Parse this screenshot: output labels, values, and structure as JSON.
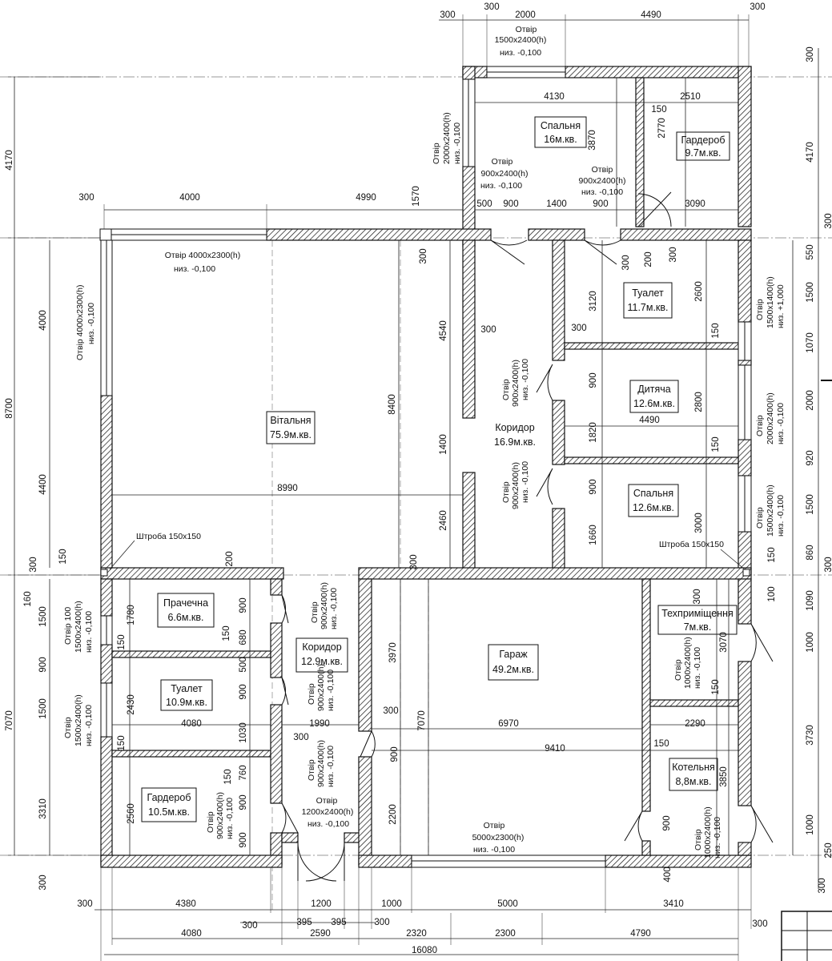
{
  "rooms": [
    {
      "id": "spalnia1",
      "name": "Спальня",
      "area": "16м.кв."
    },
    {
      "id": "garderob1",
      "name": "Гардероб",
      "area": "9.7м.кв."
    },
    {
      "id": "tualet1",
      "name": "Туалет",
      "area": "11.7м.кв."
    },
    {
      "id": "dytiacha",
      "name": "Дитяча",
      "area": "12.6м.кв."
    },
    {
      "id": "spalnia2",
      "name": "Спальня",
      "area": "12.6м.кв."
    },
    {
      "id": "vitalnia",
      "name": "Вітальня",
      "area": "75.9м.кв."
    },
    {
      "id": "korydor1",
      "name": "Коридор",
      "area": "16.9м.кв."
    },
    {
      "id": "prachechna",
      "name": "Прачечна",
      "area": "6.6м.кв."
    },
    {
      "id": "tualet2",
      "name": "Туалет",
      "area": "10.9м.кв."
    },
    {
      "id": "garderob2",
      "name": "Гардероб",
      "area": "10.5м.кв."
    },
    {
      "id": "korydor2",
      "name": "Коридор",
      "area": "12.9м.кв."
    },
    {
      "id": "garazh",
      "name": "Гараж",
      "area": "49.2м.кв."
    },
    {
      "id": "tekhprym",
      "name": "Техприміщення",
      "area": "7м.кв."
    },
    {
      "id": "kotelnia",
      "name": "Котельня",
      "area": "8,8м.кв."
    }
  ],
  "openings": {
    "top_window": [
      "Отвір",
      "1500x2400(h)",
      "низ. -0,100"
    ],
    "bed_left": [
      "Отвір",
      "2000x2400(h)",
      "низ. -0,100"
    ],
    "bed_door": [
      "Отвір",
      "900x2400(h)",
      "низ. -0,100"
    ],
    "gard_door": [
      "Отвір",
      "900x2400(h)",
      "низ. -0,100"
    ],
    "liv_top": [
      "Отвір 4000x2300(h)",
      "низ. -0,100"
    ],
    "liv_left": [
      "Отвір 4000x2300(h)",
      "низ. -0,100"
    ],
    "cor_d1": [
      "Отвір",
      "900x2400(h)",
      "низ. -0,100"
    ],
    "cor_d2": [
      "Отвір",
      "900x2400(h)",
      "низ. -0,100"
    ],
    "tual_win": [
      "Отвір",
      "1500x1400(h)",
      "низ. +1,000"
    ],
    "dyt_win": [
      "Отвір",
      "2000x2400(h)",
      "низ. -0,100"
    ],
    "sp_win": [
      "Отвір",
      "1500x2400(h)",
      "низ. -0,100"
    ],
    "pr_win": [
      "Отвір 100",
      "1500x2400(h)",
      "низ. -0,100"
    ],
    "tu2_win": [
      "Отвір",
      "1500x2400(h)",
      "низ. -0,100"
    ],
    "pr_door": [
      "Отвір",
      "900x2400(h)",
      "низ. -0,100"
    ],
    "tu2_door": [
      "Отвір",
      "900x2400(h)",
      "низ. -0,100"
    ],
    "gd_door": [
      "Отвір",
      "900x2400(h)",
      "низ. -0,100"
    ],
    "ent_door": [
      "Отвір",
      "1200x2400(h)",
      "низ. -0,100"
    ],
    "gar_door": [
      "Отвір",
      "900x2400(h)",
      "низ. -0,100"
    ],
    "gar_gate": [
      "Отвір",
      "5000x2300(h)",
      "низ. -0,100"
    ],
    "tech_door": [
      "Отвір",
      "1000x2400(h)",
      "низ. -0,100"
    ],
    "kot_door": [
      "Отвір",
      "1000x2400(h)",
      "низ. -0,100"
    ]
  },
  "notes": {
    "shtroba_left": "Штроба 150x150",
    "shtroba_right": "Штроба 150x150"
  },
  "dims": {
    "top": [
      "300",
      "300",
      "2000",
      "4490",
      "300"
    ],
    "bed_inner": [
      "4130",
      "150",
      "2510"
    ],
    "liv_top": [
      "300",
      "4000",
      "4990"
    ],
    "cor_row": [
      "500",
      "900",
      "1400",
      "900",
      "3090"
    ],
    "liv_inner": "8990",
    "liv_v": [
      "4000",
      "4400"
    ],
    "cor_v": [
      "4540",
      "1400",
      "2460",
      "8400",
      "300",
      "1570"
    ],
    "left_overall": [
      "4170",
      "8700",
      "7070"
    ],
    "left_lower": [
      "300",
      "150",
      "160",
      "1500",
      "900",
      "1500",
      "3310",
      "300"
    ],
    "right_overall": [
      "300",
      "4170",
      "300",
      "550",
      "1500",
      "1070",
      "2000",
      "920",
      "1500",
      "860",
      "300",
      "1090",
      "1000",
      "3730",
      "1000",
      "250",
      "300"
    ],
    "bed_v": [
      "3870",
      "2770",
      "300",
      "200",
      "300",
      "3120",
      "2600",
      "150",
      "300",
      "300",
      "900",
      "2800",
      "1820",
      "4490",
      "150",
      "900",
      "3000",
      "1660"
    ],
    "lower_left_inner": [
      "1780",
      "150",
      "2430",
      "150",
      "2560",
      "4080",
      "200",
      "900",
      "150",
      "680",
      "500",
      "900",
      "1030",
      "150",
      "760",
      "900",
      "900",
      "1990",
      "300",
      "300"
    ],
    "garage": [
      "3970",
      "7070",
      "2200",
      "900",
      "6970",
      "9410",
      "300",
      "300"
    ],
    "service": [
      "300",
      "3070",
      "150",
      "2290",
      "150",
      "3850",
      "900",
      "400",
      "100"
    ],
    "bottom1": [
      "300",
      "4380",
      "300",
      "1200",
      "1000",
      "5000",
      "3410",
      "300"
    ],
    "bottom2": [
      "395",
      "395",
      "300"
    ],
    "bottom3": [
      "4080",
      "2590",
      "2320",
      "2300",
      "4790"
    ],
    "total": "16080"
  }
}
